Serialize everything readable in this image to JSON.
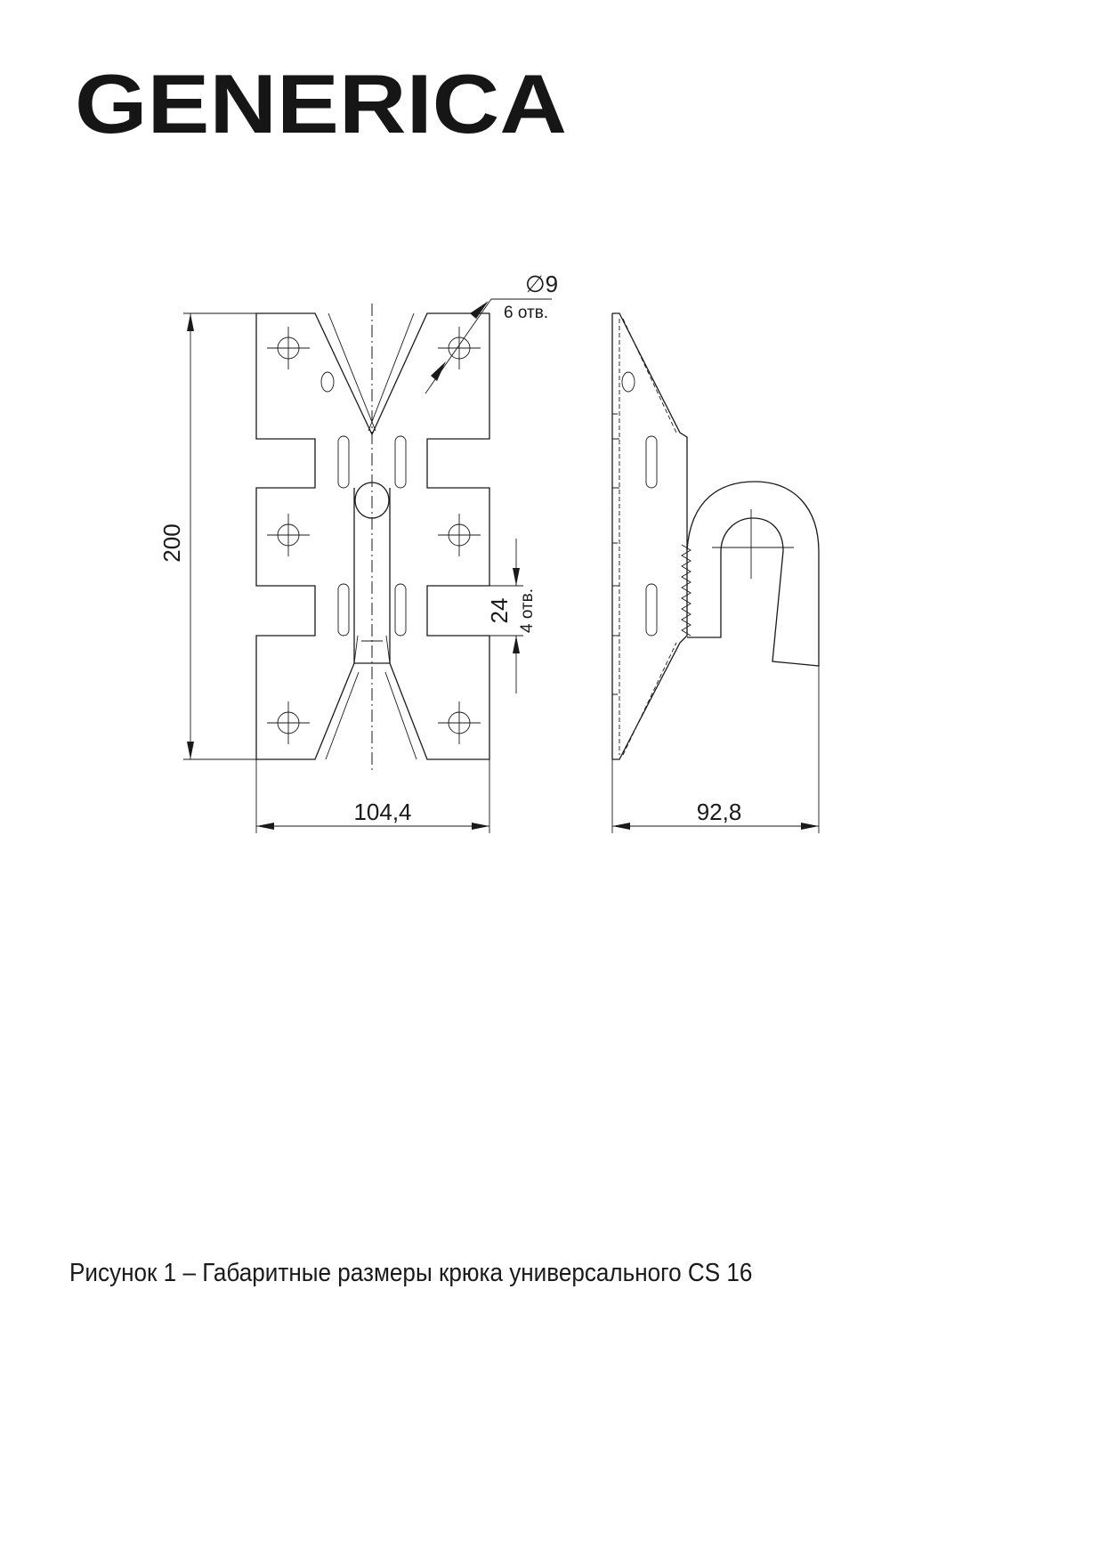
{
  "logo": {
    "text": "GENERICA"
  },
  "drawing": {
    "dim_height": "200",
    "dim_width_front": "104,4",
    "dim_width_side": "92,8",
    "hole_diameter": "∅9",
    "hole_count_6": "6 отв.",
    "slot_length": "24",
    "slot_count_4": "4 отв."
  },
  "caption": "Рисунок 1 – Габаритные размеры крюка универсального CS 16",
  "colors": {
    "ink": "#1a1a1a"
  }
}
